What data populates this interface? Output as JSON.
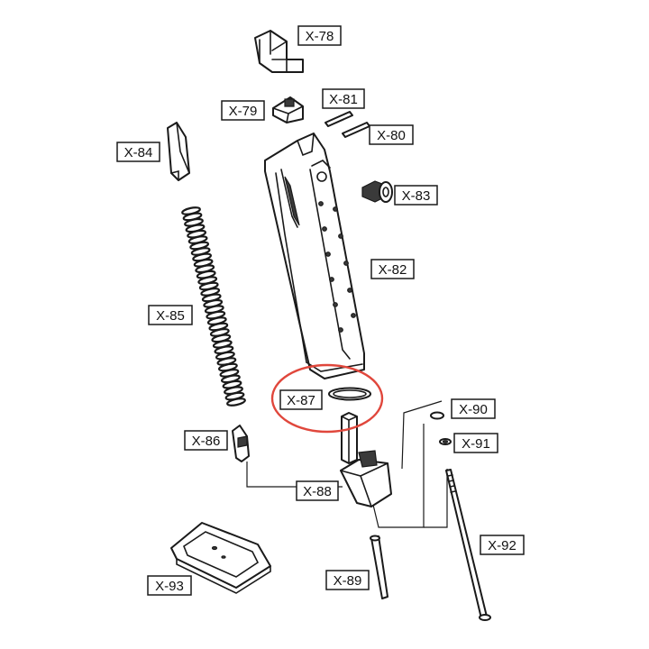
{
  "diagram": {
    "labels": {
      "x78": "X-78",
      "x79": "X-79",
      "x80": "X-80",
      "x81": "X-81",
      "x82": "X-82",
      "x83": "X-83",
      "x84": "X-84",
      "x85": "X-85",
      "x86": "X-86",
      "x87": "X-87",
      "x88": "X-88",
      "x89": "X-89",
      "x90": "X-90",
      "x91": "X-91",
      "x92": "X-92",
      "x93": "X-93"
    },
    "highlighted_part": "X-87",
    "colors": {
      "line": "#1a1a1a",
      "highlight": "#e0473c",
      "background": "#ffffff"
    }
  }
}
